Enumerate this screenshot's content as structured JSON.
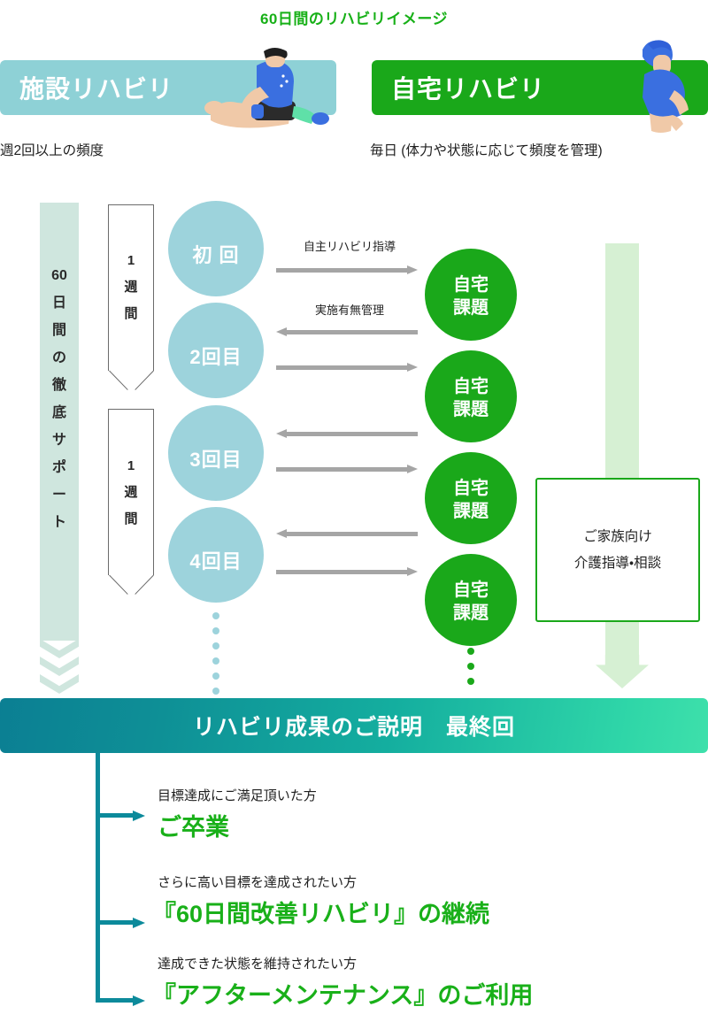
{
  "title": "60日間のリハビリイメージ",
  "accent_colors": {
    "title_green": "#17b017",
    "facility_teal": "#8ed1d6",
    "home_green": "#1aa81a",
    "session_circle": "#9dd3dc",
    "support_bar": "#cfe6de",
    "green_flow": "#d6f0d3",
    "results_gradient_start": "#0b7f93",
    "results_gradient_end": "#3ee0ab",
    "connector_teal": "#0c8a9b",
    "arrow_grey": "#a5a5a5"
  },
  "header": {
    "facility": {
      "label": "施設リハビリ",
      "frequency": "週2回以上の頻度",
      "illustration": "therapist-treating-patient-illustration"
    },
    "home": {
      "label": "自宅リハビリ",
      "frequency": "毎日 (体力や状態に応じて頻度を管理)",
      "illustration": "person-standing-illustration"
    }
  },
  "support_bar": {
    "characters": [
      "60",
      "日",
      "間",
      "の",
      "徹",
      "底",
      "サ",
      "ポ",
      "ー",
      "ト"
    ],
    "chevron_count": 3
  },
  "week_markers": [
    {
      "lines": [
        "1",
        "週",
        "間"
      ]
    },
    {
      "lines": [
        "1",
        "週",
        "間"
      ]
    }
  ],
  "sessions": [
    {
      "label": "初 回"
    },
    {
      "label": "2回目"
    },
    {
      "label": "3回目"
    },
    {
      "label": "4回目"
    }
  ],
  "homework": [
    {
      "line1": "自宅",
      "line2": "課題"
    },
    {
      "line1": "自宅",
      "line2": "課題"
    },
    {
      "line1": "自宅",
      "line2": "課題"
    },
    {
      "line1": "自宅",
      "line2": "課題"
    }
  ],
  "flow_arrows": [
    {
      "direction": "right",
      "label": "自主リハビリ指導"
    },
    {
      "direction": "left",
      "label": "実施有無管理"
    },
    {
      "direction": "right",
      "label": ""
    },
    {
      "direction": "left",
      "label": ""
    },
    {
      "direction": "right",
      "label": ""
    },
    {
      "direction": "left",
      "label": ""
    },
    {
      "direction": "right",
      "label": ""
    }
  ],
  "family_box": {
    "line1": "ご家族向け",
    "line2": "介護指導・相談"
  },
  "results_banner": {
    "label": "リハビリ成果のご説明　最終回"
  },
  "outcomes": [
    {
      "condition": "目標達成にご満足頂いた方",
      "result": "ご卒業"
    },
    {
      "condition": "さらに高い目標を達成されたい方",
      "result": "『60日間改善リハビリ』の継続"
    },
    {
      "condition": "達成できた状態を維持されたい方",
      "result": "『アフターメンテナンス』のご利用"
    }
  ]
}
